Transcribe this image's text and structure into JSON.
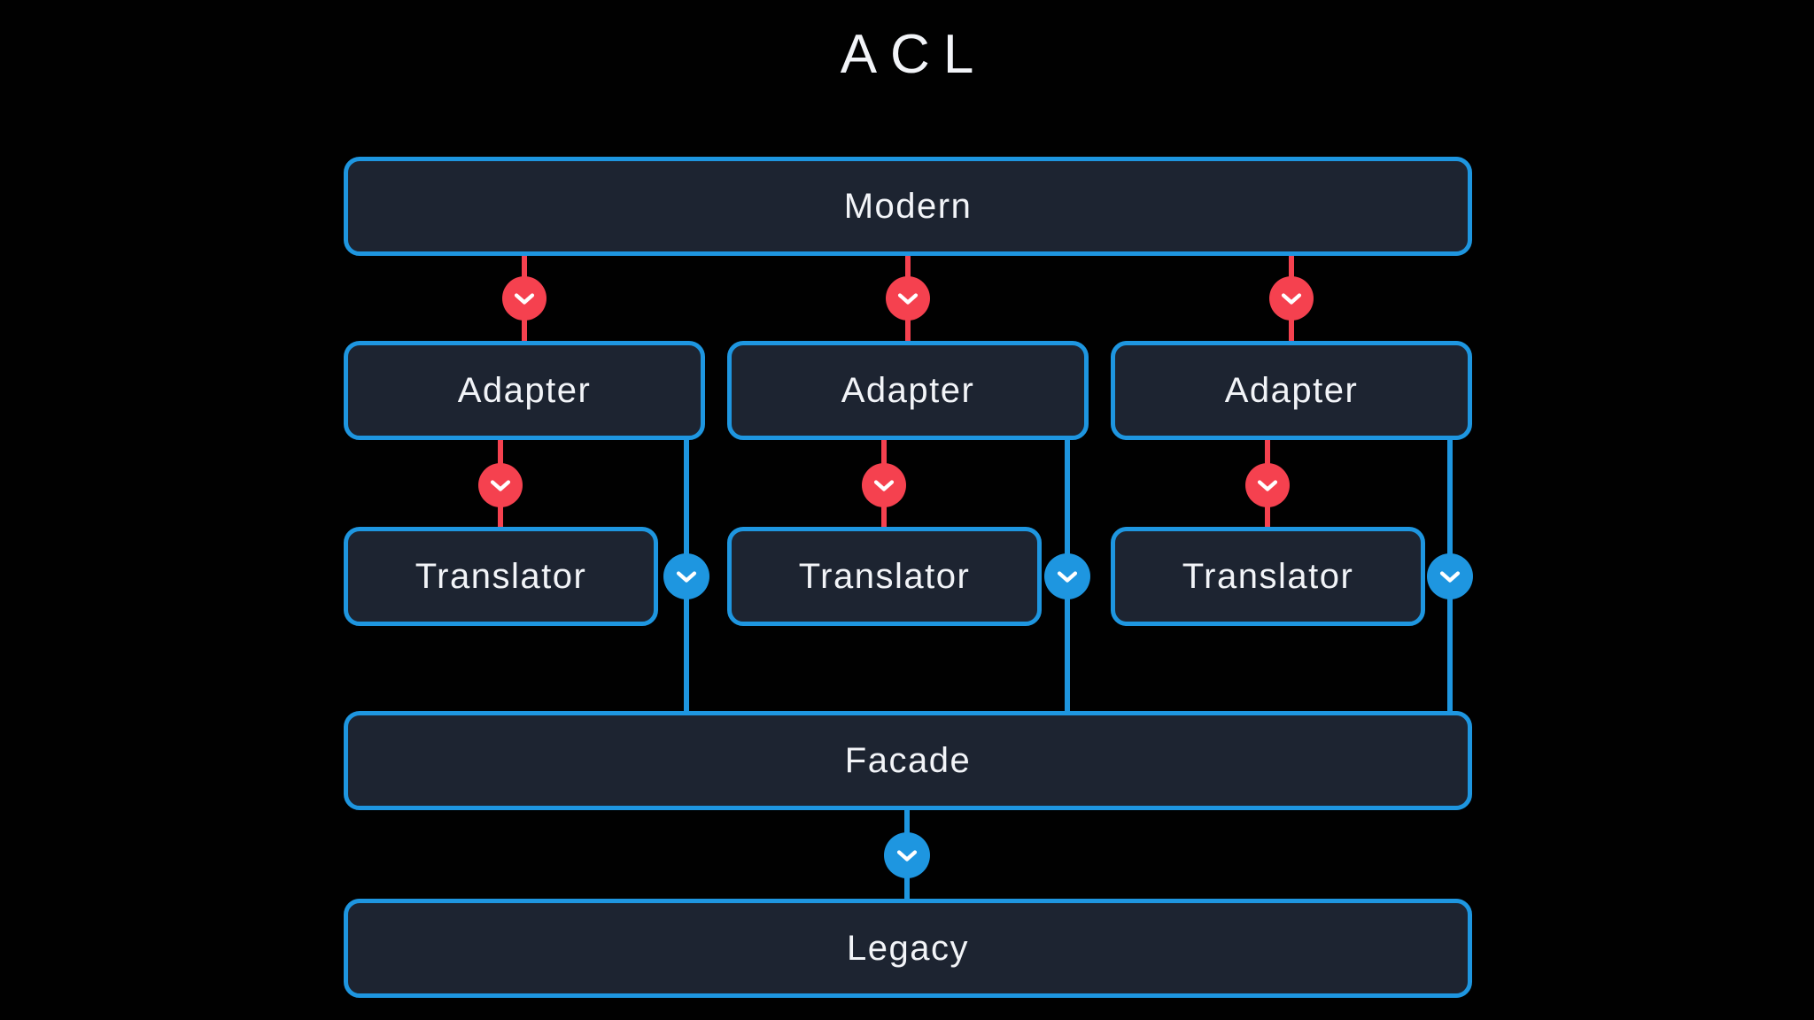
{
  "title": "ACL",
  "colors": {
    "background": "#010101",
    "blue": "#1e96e0",
    "red": "#f5414f",
    "box_fill": "#1d2431",
    "text": "#f2f4f8",
    "chevron": "#ffffff"
  },
  "nodes": {
    "modern": {
      "label": "Modern"
    },
    "adapters": [
      {
        "label": "Adapter"
      },
      {
        "label": "Adapter"
      },
      {
        "label": "Adapter"
      }
    ],
    "translators": [
      {
        "label": "Translator"
      },
      {
        "label": "Translator"
      },
      {
        "label": "Translator"
      }
    ],
    "facade": {
      "label": "Facade"
    },
    "legacy": {
      "label": "Legacy"
    }
  },
  "icons": {
    "connector_glyph": "chevron-down"
  }
}
